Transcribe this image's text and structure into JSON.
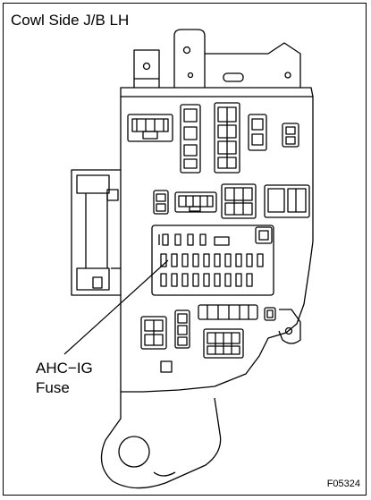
{
  "title": "Cowl Side J/B LH",
  "callout": {
    "line1": "AHC−IG",
    "line2": "Fuse"
  },
  "figure_code": "F05324"
}
